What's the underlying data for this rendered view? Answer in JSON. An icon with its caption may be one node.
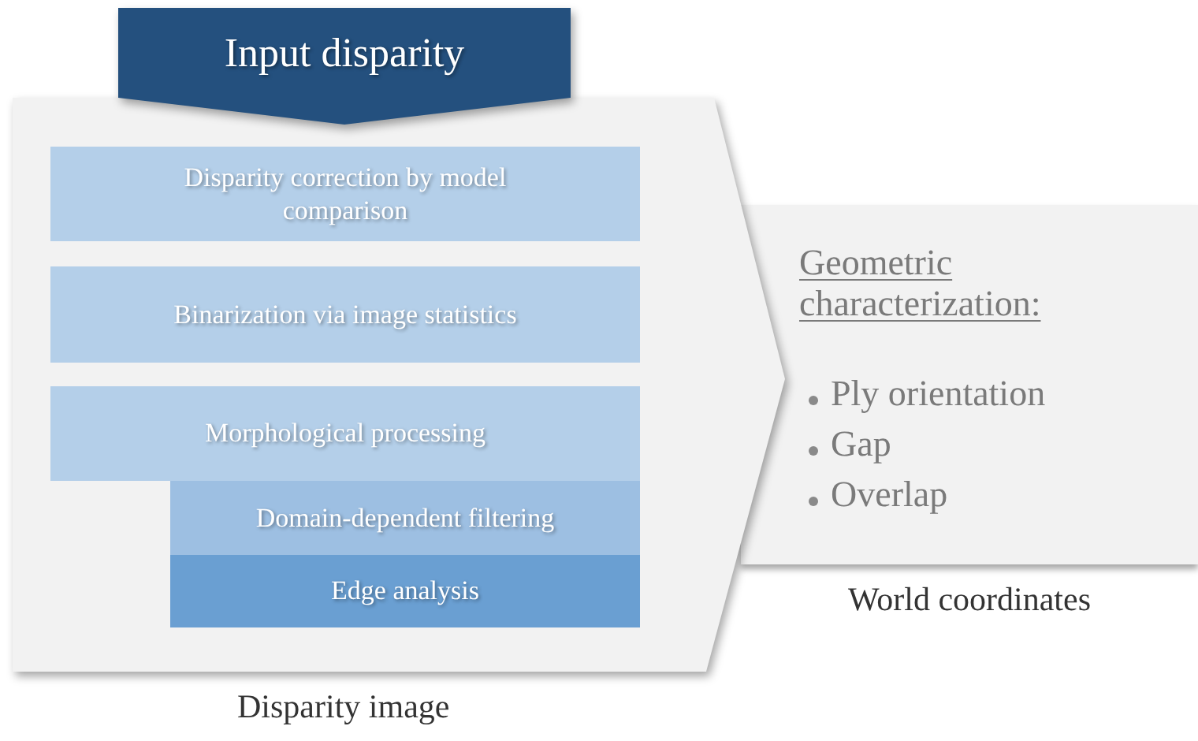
{
  "diagram": {
    "nodes": [
      {
        "text": [
          "Input disparity"
        ]
      },
      {
        "text": [],
        "shape": "chevron",
        "beside": [
          "Disparity image"
        ]
      },
      {
        "text": [
          "Disparity correction by model comparison"
        ],
        "in": 1
      },
      {
        "text": [
          "Binarization via image statistics"
        ],
        "in": 1
      },
      {
        "text": [
          "Morphological processing"
        ],
        "in": 1
      },
      {
        "text": [
          "Domain-dependent filtering"
        ],
        "in": 1
      },
      {
        "text": [
          "Edge analysis"
        ],
        "in": 1
      },
      {
        "text": [
          "Geometric characterization:",
          "Ply orientation",
          "Gap",
          "Overlap"
        ],
        "beside": [
          "World coordinates"
        ]
      }
    ],
    "edges": []
  }
}
